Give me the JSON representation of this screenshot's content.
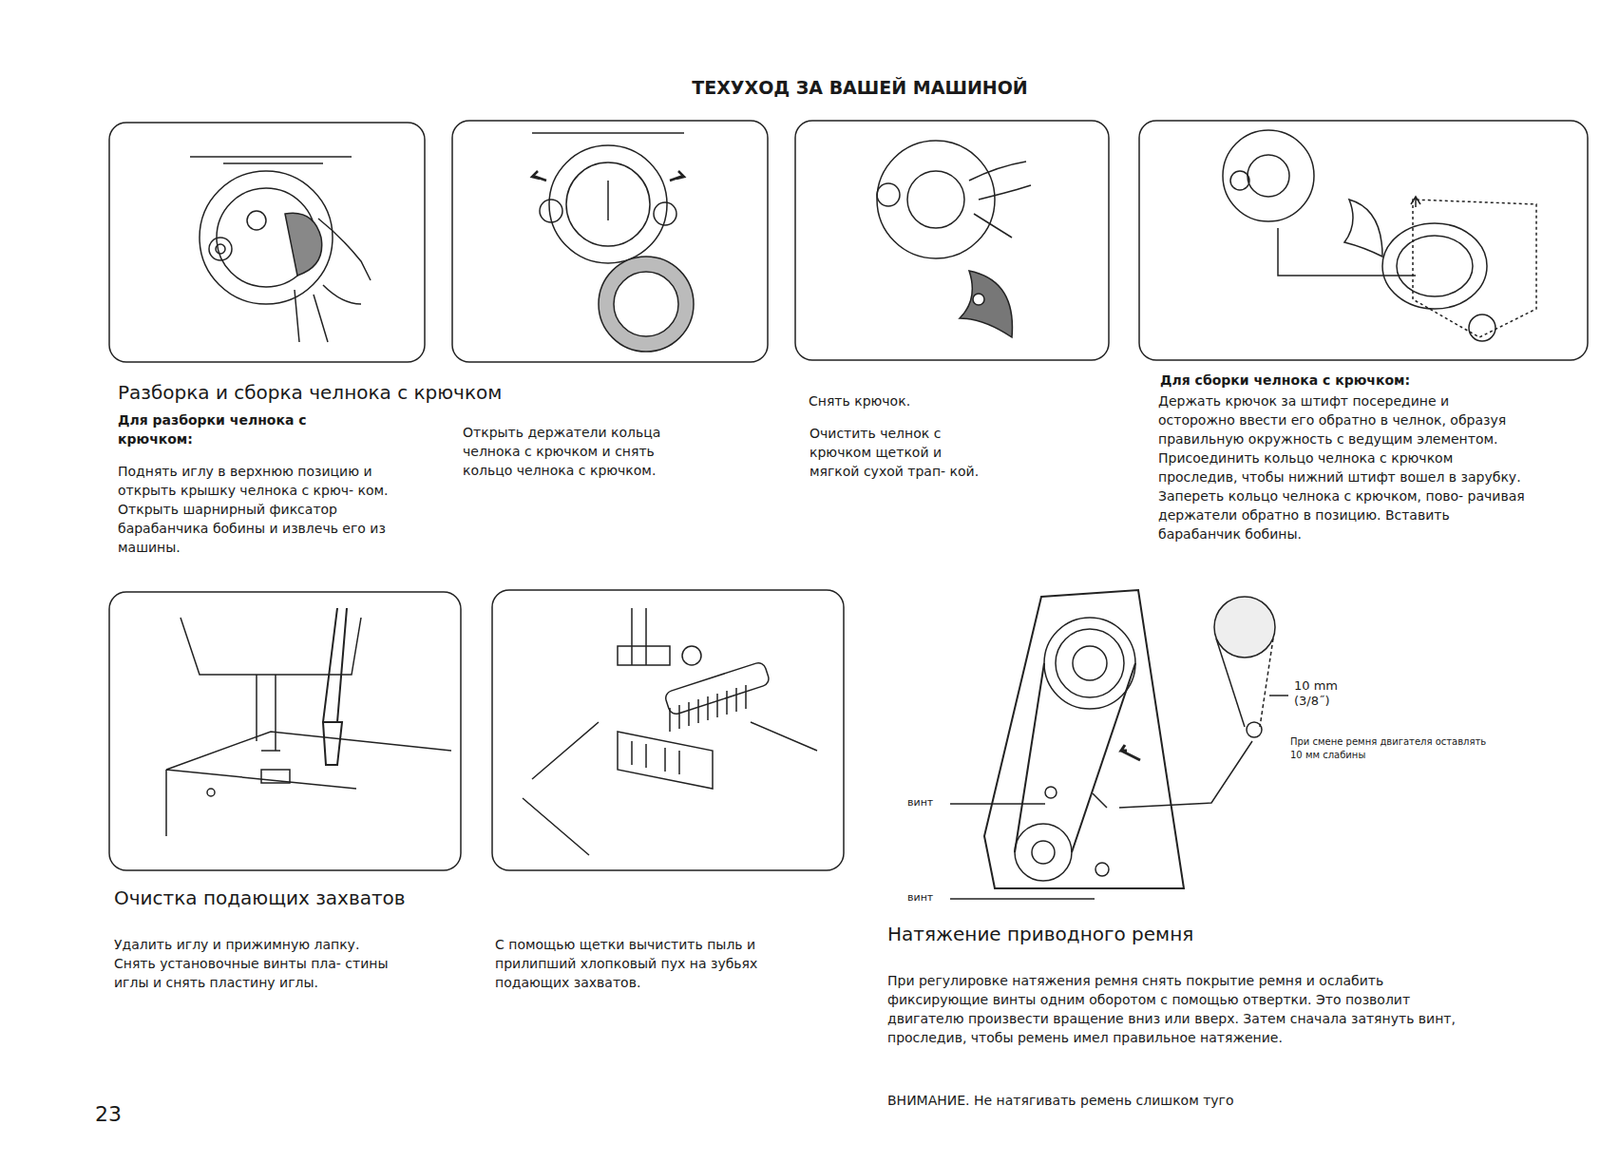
{
  "diagram": {
    "title": "ТЕХУХОД ЗА ВАШЕЙ МАШИНОЙ",
    "labels": [
      "Разборка и сборка челнока с крючком",
      "Для разборки челнока с крючком:",
      "Поднять иглу в верхнюю позицию и открыть крышку челнока с крюч- ком. Открыть шарнирный фиксатор барабанчика бобины и извлечь его из машины.",
      "Открыть держатели кольца челнока с крючком и снять кольцо челнока с крючком.",
      "Снять крючок.",
      "Очистить челнок с крючком щеткой и мягкой сухой трап- кой.",
      "Для сборки челнока с крючком:",
      "Держать крючок за штифт посередине и осторожно ввести его обратно в челнок, образуя правильную окружность с ведущим элементом. Присоединить кольцо челнока с крючком проследив, чтобы нижний штифт вошел в зарубку. Запереть кольцо челнока с крючком, пово- рачивая держатели обратно в позицию. Вставить барабанчик бобины.",
      "Очистка подающих захватов",
      "Удалить иглу и прижимную лапку. Снять установочные винты пла- стины иглы и снять пластину иглы.",
      "С помощью щетки вычистить пыль и прилипший хлопковый пух на зубьях подающих захватов.",
      "Натяжение приводного ремня",
      "При регулировке натяжения ремня снять покрытие ремня и ослабить фиксирующие винты одним оборотом с помощью отвертки. Это позволит двигателю произвести вращение вниз или вверх. Затем сначала затянуть винт, проследив, чтобы ремень имел правильное натяжение.",
      "ВНИМАНИЕ. Не натягивать ремень слишком туго",
      "винт",
      "винт",
      "10 mm",
      "(3/8˝)",
      "При смене ремня двигателя оставлять 10 мм слабины",
      "23"
    ]
  }
}
